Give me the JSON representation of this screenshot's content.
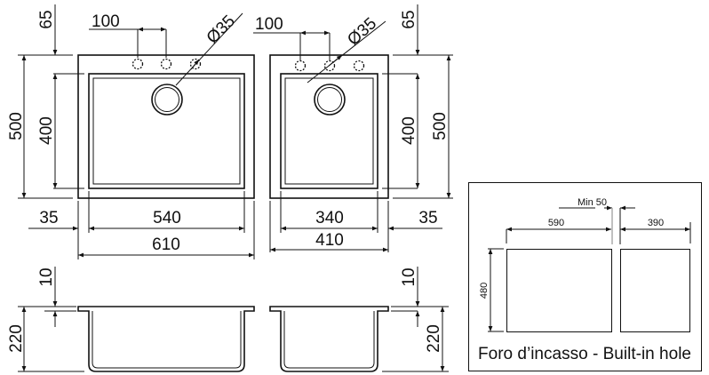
{
  "top_view": {
    "left_sink": {
      "overall_height": "500",
      "bowl_height": "400",
      "top_margin": "65",
      "tap_hole_spacing": "100",
      "tap_hole_diameter": "Ø35",
      "side_margin": "35",
      "bowl_width": "540",
      "overall_width": "610"
    },
    "right_sink": {
      "overall_height": "500",
      "bowl_height": "400",
      "top_margin": "65",
      "tap_hole_spacing": "100",
      "tap_hole_diameter": "Ø35",
      "side_margin": "35",
      "bowl_width": "340",
      "overall_width": "410"
    }
  },
  "side_view": {
    "rim_thickness": "10",
    "depth": "220"
  },
  "cutout_panel": {
    "min_gap": "Min 50",
    "left_width": "590",
    "right_width": "390",
    "height": "480",
    "caption": "Foro d’incasso - Built-in hole"
  }
}
